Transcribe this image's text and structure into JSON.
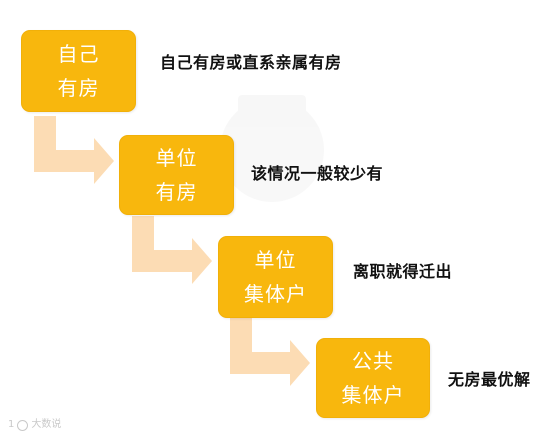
{
  "diagram": {
    "steps": [
      {
        "line1": "自己",
        "line2": "有房",
        "note": "自己有房或直系亲属有房"
      },
      {
        "line1": "单位",
        "line2": "有房",
        "note": "该情况一般较少有"
      },
      {
        "line1": "单位",
        "line2": "集体户",
        "note": "离职就得迁出"
      },
      {
        "line1": "公共",
        "line2": "集体户",
        "note": "无房最优解"
      }
    ],
    "colors": {
      "box_fill": "#f8b70d",
      "box_text": "#ffffff",
      "arrow": "#fcdcb4",
      "note_text": "#111111"
    }
  },
  "watermark": {
    "prefix": "1",
    "text": "大数说"
  }
}
